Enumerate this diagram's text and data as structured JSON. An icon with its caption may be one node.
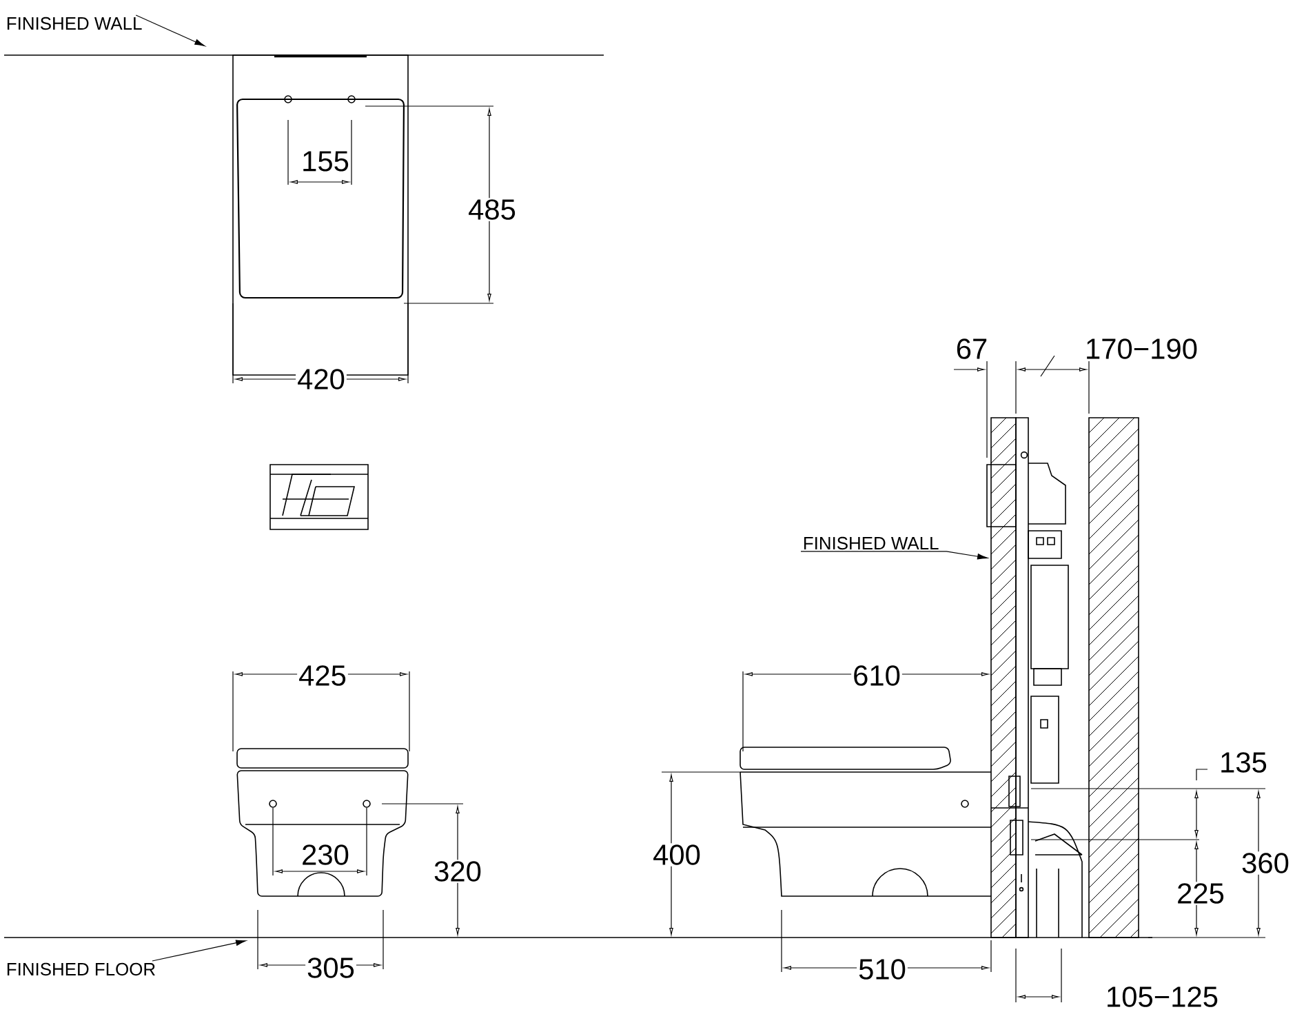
{
  "diagram": {
    "nodes": [
      {
        "text": [
          "FINISHED WALL"
        ]
      },
      {
        "text": [
          "FINISHED WALL"
        ]
      },
      {
        "text": [
          "FINISHED FLOOR"
        ]
      }
    ],
    "edges": [
      {
        "from": 0,
        "to": null,
        "arrow": "to"
      },
      {
        "from": 1,
        "to": null,
        "arrow": "to"
      },
      {
        "from": 2,
        "to": null,
        "arrow": "to"
      }
    ],
    "labels": [
      "155",
      "485",
      "420",
      "67",
      "170−190",
      "425",
      "610",
      "135",
      "230",
      "320",
      "400",
      "360",
      "225",
      "305",
      "510",
      "105−125"
    ]
  }
}
